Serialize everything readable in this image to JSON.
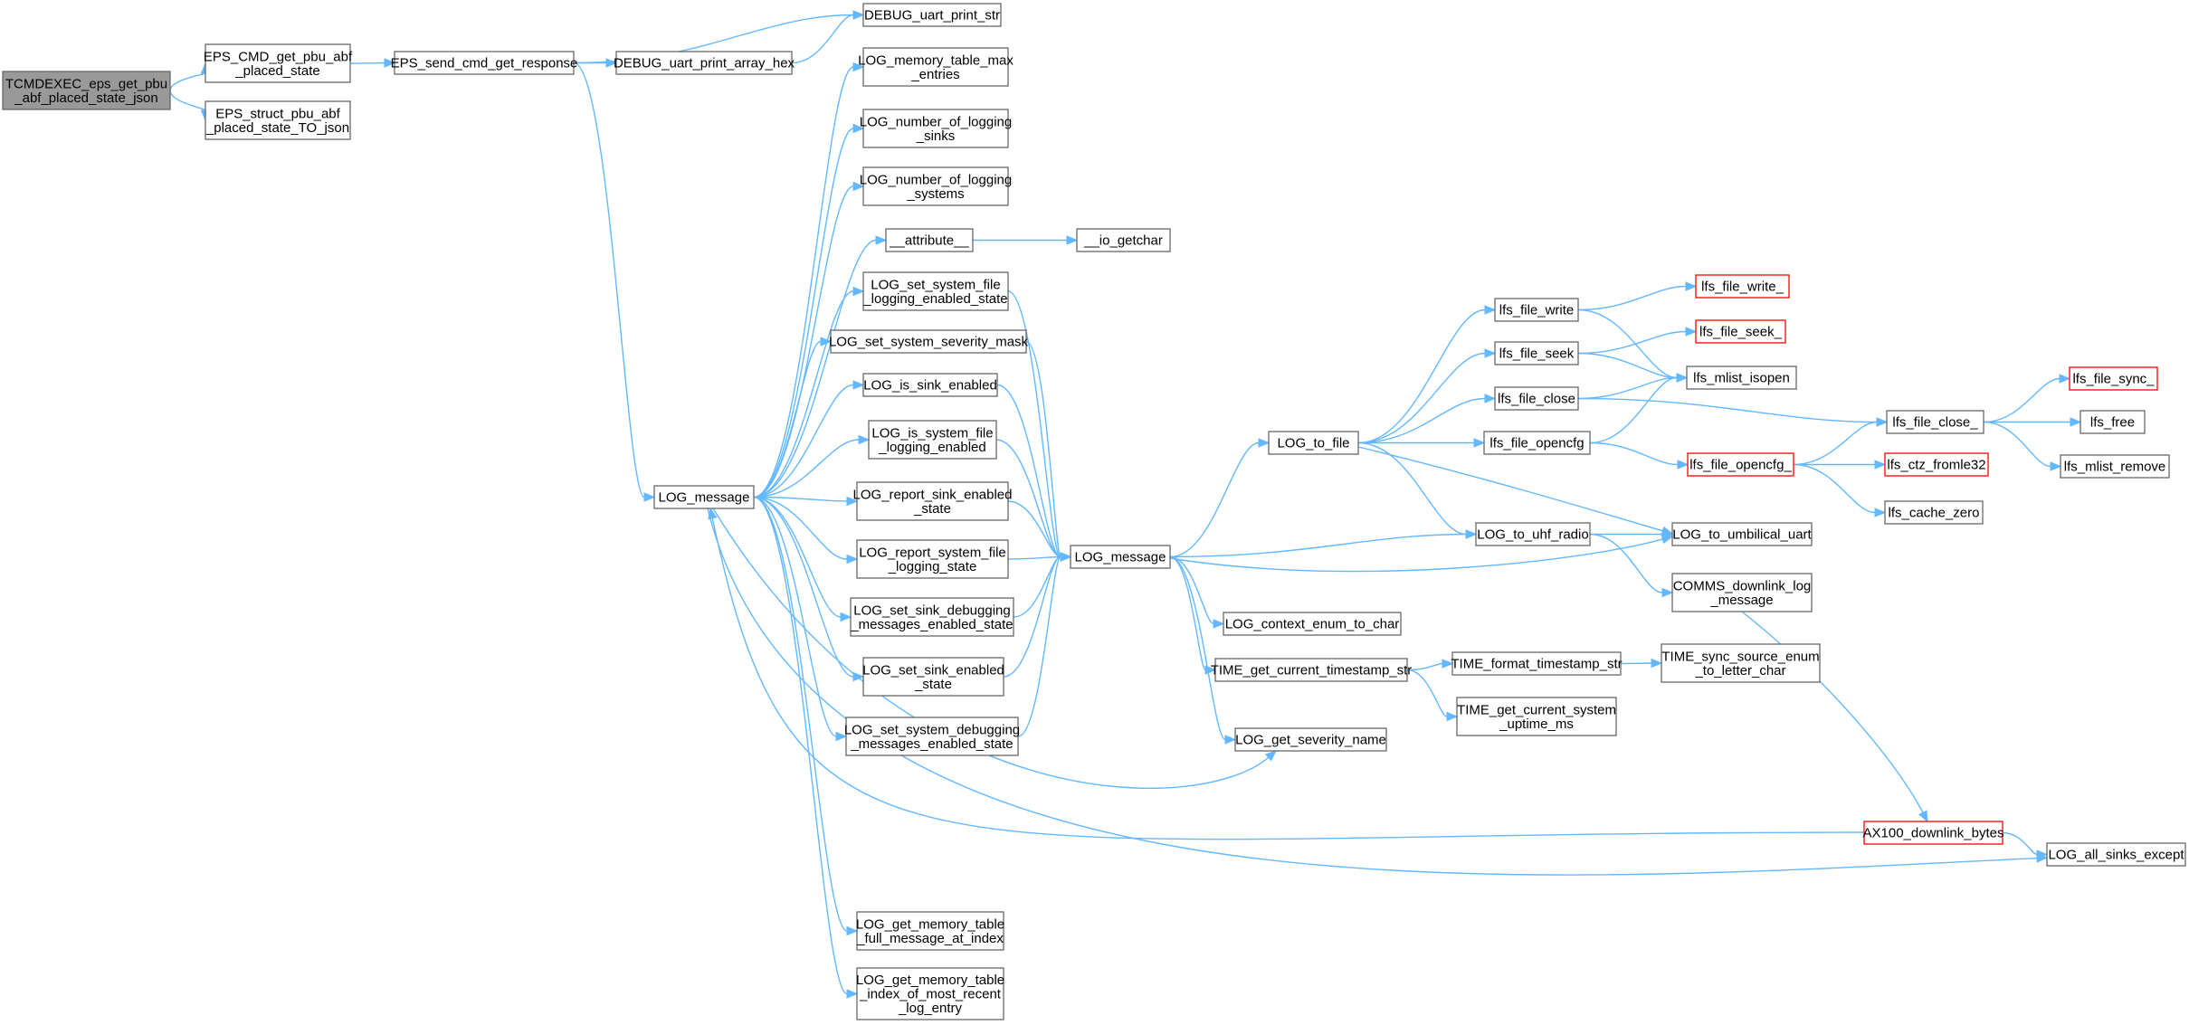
{
  "nodes": {
    "n_root": {
      "lines": [
        "TCMDEXEC_eps_get_pbu",
        "_abf_placed_state_json"
      ],
      "style": "root"
    },
    "n_cmd": {
      "lines": [
        "EPS_CMD_get_pbu_abf",
        "_placed_state"
      ]
    },
    "n_struct": {
      "lines": [
        "EPS_struct_pbu_abf",
        "_placed_state_TO_json"
      ]
    },
    "n_send": {
      "lines": [
        "EPS_send_cmd_get_response"
      ]
    },
    "n_dbgstr": {
      "lines": [
        "DEBUG_uart_print_str"
      ]
    },
    "n_dbghex": {
      "lines": [
        "DEBUG_uart_print_array_hex"
      ]
    },
    "n_logmsg1": {
      "lines": [
        "LOG_message"
      ]
    },
    "n_memmax": {
      "lines": [
        "LOG_memory_table_max",
        "_entries"
      ]
    },
    "n_numsinks": {
      "lines": [
        "LOG_number_of_logging",
        "_sinks"
      ]
    },
    "n_numsys": {
      "lines": [
        "LOG_number_of_logging",
        "_systems"
      ]
    },
    "n_attr": {
      "lines": [
        "__attribute__"
      ]
    },
    "n_getchar": {
      "lines": [
        "__io_getchar"
      ]
    },
    "n_setsysfile": {
      "lines": [
        "LOG_set_system_file",
        "_logging_enabled_state"
      ]
    },
    "n_setsev": {
      "lines": [
        "LOG_set_system_severity_mask"
      ]
    },
    "n_issink": {
      "lines": [
        "LOG_is_sink_enabled"
      ]
    },
    "n_issysfile": {
      "lines": [
        "LOG_is_system_file",
        "_logging_enabled"
      ]
    },
    "n_repsink": {
      "lines": [
        "LOG_report_sink_enabled",
        "_state"
      ]
    },
    "n_repsys": {
      "lines": [
        "LOG_report_system_file",
        "_logging_state"
      ]
    },
    "n_setsinkdbg": {
      "lines": [
        "LOG_set_sink_debugging",
        "_messages_enabled_state"
      ]
    },
    "n_setsink": {
      "lines": [
        "LOG_set_sink_enabled",
        "_state"
      ]
    },
    "n_setsysdbg": {
      "lines": [
        "LOG_set_system_debugging",
        "_messages_enabled_state"
      ]
    },
    "n_getfull": {
      "lines": [
        "LOG_get_memory_table",
        "_full_message_at_index"
      ]
    },
    "n_getidx": {
      "lines": [
        "LOG_get_memory_table",
        "_index_of_most_recent",
        "_log_entry"
      ]
    },
    "n_logmsg2": {
      "lines": [
        "LOG_message"
      ]
    },
    "n_tofile": {
      "lines": [
        "LOG_to_file"
      ]
    },
    "n_ctx": {
      "lines": [
        "LOG_context_enum_to_char"
      ]
    },
    "n_ts": {
      "lines": [
        "TIME_get_current_timestamp_str"
      ]
    },
    "n_sevname": {
      "lines": [
        "LOG_get_severity_name"
      ]
    },
    "n_fwrite": {
      "lines": [
        "lfs_file_write"
      ]
    },
    "n_fseek": {
      "lines": [
        "lfs_file_seek"
      ]
    },
    "n_fclose": {
      "lines": [
        "lfs_file_close"
      ]
    },
    "n_fopencfg": {
      "lines": [
        "lfs_file_opencfg"
      ]
    },
    "n_uhf": {
      "lines": [
        "LOG_to_uhf_radio"
      ]
    },
    "n_fmtts": {
      "lines": [
        "TIME_format_timestamp_str"
      ]
    },
    "n_uptime": {
      "lines": [
        "TIME_get_current_system",
        "_uptime_ms"
      ]
    },
    "n_fwrite_": {
      "lines": [
        "lfs_file_write_"
      ],
      "style": "trunc"
    },
    "n_fseek_": {
      "lines": [
        "lfs_file_seek_"
      ],
      "style": "trunc"
    },
    "n_isopen": {
      "lines": [
        "lfs_mlist_isopen"
      ]
    },
    "n_fopencfg_": {
      "lines": [
        "lfs_file_opencfg_"
      ],
      "style": "trunc"
    },
    "n_umb": {
      "lines": [
        "LOG_to_umbilical_uart"
      ]
    },
    "n_comms": {
      "lines": [
        "COMMS_downlink_log",
        "_message"
      ]
    },
    "n_syncsrc": {
      "lines": [
        "TIME_sync_source_enum",
        "_to_letter_char"
      ]
    },
    "n_ax100": {
      "lines": [
        "AX100_downlink_bytes"
      ],
      "style": "trunc"
    },
    "n_fclose_": {
      "lines": [
        "lfs_file_close_"
      ]
    },
    "n_ctz": {
      "lines": [
        "lfs_ctz_fromle32"
      ],
      "style": "trunc"
    },
    "n_cache": {
      "lines": [
        "lfs_cache_zero"
      ]
    },
    "n_fsync": {
      "lines": [
        "lfs_file_sync_"
      ],
      "style": "trunc"
    },
    "n_free": {
      "lines": [
        "lfs_free"
      ]
    },
    "n_mremove": {
      "lines": [
        "lfs_mlist_remove"
      ]
    },
    "n_allsinks": {
      "lines": [
        "LOG_all_sinks_except"
      ]
    }
  },
  "edges": [
    [
      "n_root",
      "n_cmd"
    ],
    [
      "n_root",
      "n_struct"
    ],
    [
      "n_cmd",
      "n_send"
    ],
    [
      "n_send",
      "n_dbgstr"
    ],
    [
      "n_send",
      "n_dbghex"
    ],
    [
      "n_send",
      "n_logmsg1"
    ],
    [
      "n_dbghex",
      "n_dbgstr"
    ],
    [
      "n_logmsg1",
      "n_memmax"
    ],
    [
      "n_logmsg1",
      "n_numsinks"
    ],
    [
      "n_logmsg1",
      "n_numsys"
    ],
    [
      "n_logmsg1",
      "n_attr"
    ],
    [
      "n_logmsg1",
      "n_setsysfile"
    ],
    [
      "n_logmsg1",
      "n_setsev"
    ],
    [
      "n_logmsg1",
      "n_issink"
    ],
    [
      "n_logmsg1",
      "n_issysfile"
    ],
    [
      "n_logmsg1",
      "n_repsink"
    ],
    [
      "n_logmsg1",
      "n_repsys"
    ],
    [
      "n_logmsg1",
      "n_setsinkdbg"
    ],
    [
      "n_logmsg1",
      "n_setsink"
    ],
    [
      "n_logmsg1",
      "n_setsysdbg"
    ],
    [
      "n_logmsg1",
      "n_getfull"
    ],
    [
      "n_logmsg1",
      "n_getidx"
    ],
    [
      "n_logmsg1",
      "n_sevname"
    ],
    [
      "n_ax100",
      "n_logmsg1"
    ],
    [
      "n_logmsg1",
      "n_allsinks"
    ],
    [
      "n_attr",
      "n_getchar"
    ],
    [
      "n_setsysfile",
      "n_logmsg2"
    ],
    [
      "n_setsev",
      "n_logmsg2"
    ],
    [
      "n_issink",
      "n_logmsg2"
    ],
    [
      "n_issysfile",
      "n_logmsg2"
    ],
    [
      "n_repsink",
      "n_logmsg2"
    ],
    [
      "n_repsys",
      "n_logmsg2"
    ],
    [
      "n_setsinkdbg",
      "n_logmsg2"
    ],
    [
      "n_setsink",
      "n_logmsg2"
    ],
    [
      "n_setsysdbg",
      "n_logmsg2"
    ],
    [
      "n_logmsg2",
      "n_tofile"
    ],
    [
      "n_logmsg2",
      "n_ctx"
    ],
    [
      "n_logmsg2",
      "n_ts"
    ],
    [
      "n_logmsg2",
      "n_sevname"
    ],
    [
      "n_logmsg2",
      "n_uhf"
    ],
    [
      "n_logmsg2",
      "n_umb"
    ],
    [
      "n_tofile",
      "n_fwrite"
    ],
    [
      "n_tofile",
      "n_fseek"
    ],
    [
      "n_tofile",
      "n_fclose"
    ],
    [
      "n_tofile",
      "n_fopencfg"
    ],
    [
      "n_tofile",
      "n_uhf"
    ],
    [
      "n_tofile",
      "n_umb"
    ],
    [
      "n_ts",
      "n_fmtts"
    ],
    [
      "n_ts",
      "n_uptime"
    ],
    [
      "n_fmtts",
      "n_syncsrc"
    ],
    [
      "n_fwrite",
      "n_fwrite_"
    ],
    [
      "n_fwrite",
      "n_isopen"
    ],
    [
      "n_fseek",
      "n_fseek_"
    ],
    [
      "n_fseek",
      "n_isopen"
    ],
    [
      "n_fclose",
      "n_isopen"
    ],
    [
      "n_fclose",
      "n_fclose_"
    ],
    [
      "n_fopencfg",
      "n_isopen"
    ],
    [
      "n_fopencfg",
      "n_fopencfg_"
    ],
    [
      "n_fopencfg_",
      "n_fclose_"
    ],
    [
      "n_fopencfg_",
      "n_ctz"
    ],
    [
      "n_fopencfg_",
      "n_cache"
    ],
    [
      "n_fclose_",
      "n_fsync"
    ],
    [
      "n_fclose_",
      "n_free"
    ],
    [
      "n_fclose_",
      "n_mremove"
    ],
    [
      "n_uhf",
      "n_umb"
    ],
    [
      "n_uhf",
      "n_comms"
    ],
    [
      "n_comms",
      "n_ax100"
    ],
    [
      "n_ax100",
      "n_allsinks"
    ]
  ]
}
